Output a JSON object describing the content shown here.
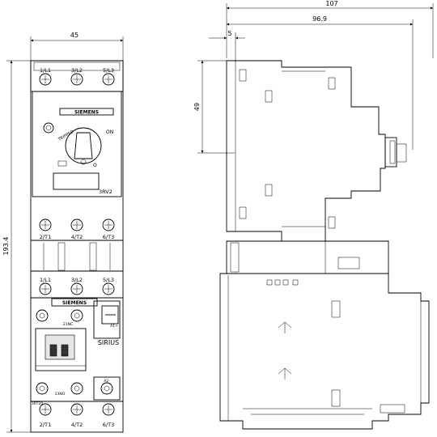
{
  "dimensions": {
    "front_width": "45",
    "front_height": "193.4",
    "side_total_depth": "107",
    "side_depth_2": "96.9",
    "side_offset": "5",
    "side_height_upper": "49"
  },
  "breaker": {
    "brand": "SIEMENS",
    "top_terminals": [
      "1/L1",
      "3/L2",
      "5/L3"
    ],
    "bottom_terminals": [
      "2/T1",
      "4/T2",
      "6/T3"
    ],
    "dial_label_on": "ON",
    "dial_label_tripped": "TRIPPED",
    "dial_label_off": "O",
    "model": "3RV2"
  },
  "contactor": {
    "brand": "SIEMENS",
    "top_terminals": [
      "1/L1",
      "3/L2",
      "5/L3"
    ],
    "bottom_terminals": [
      "2/T1",
      "4/T2",
      "6/T3"
    ],
    "series": "SIRIUS",
    "aux_label_top": "21NC",
    "aux_label_bottom": "13NO",
    "aux_code": "3RT20",
    "coil_plus": "A1+",
    "coil_minus": "A2-"
  }
}
